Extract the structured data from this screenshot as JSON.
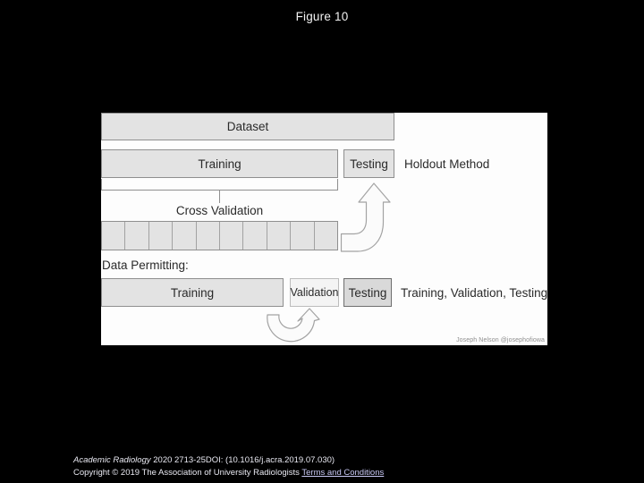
{
  "slide": {
    "title": "Figure 10"
  },
  "figure": {
    "dataset_bar": "Dataset",
    "holdout_row": {
      "training": "Training",
      "testing": "Testing",
      "caption": "Holdout Method"
    },
    "cross_validation": {
      "label": "Cross Validation",
      "fold_count": 10
    },
    "data_permitting": {
      "heading": "Data Permitting:",
      "training": "Training",
      "validation": "Validation",
      "testing": "Testing",
      "caption": "Training, Validation, Testing"
    },
    "credit": "Joseph Nelson @josephofiowa"
  },
  "footer": {
    "citation_journal": "Academic Radiology",
    "citation_rest": " 2020 2713-25DOI: (10.1016/j.acra.2019.07.030)",
    "copyright_text": "Copyright © 2019 The Association of University Radiologists ",
    "terms_link": "Terms and Conditions"
  },
  "colors": {
    "page_bg": "#000000",
    "panel_bg": "#fdfdfd",
    "bar_fill": "#e3e3e3",
    "bar_border": "#8f8f8f",
    "validation_fill": "#f4f4f4",
    "validation_border": "#bcbcbc",
    "testing_strong_fill": "#d9d9d9",
    "testing_strong_border": "#6e6e6e",
    "arrow_fill": "#fbfbfb",
    "arrow_stroke": "#a3a3a3",
    "figure_text": "#2a2a2a",
    "credit_text": "#8f8f8f",
    "footer_text": "#e9e9f2",
    "footer_link": "#c9c9f5"
  }
}
